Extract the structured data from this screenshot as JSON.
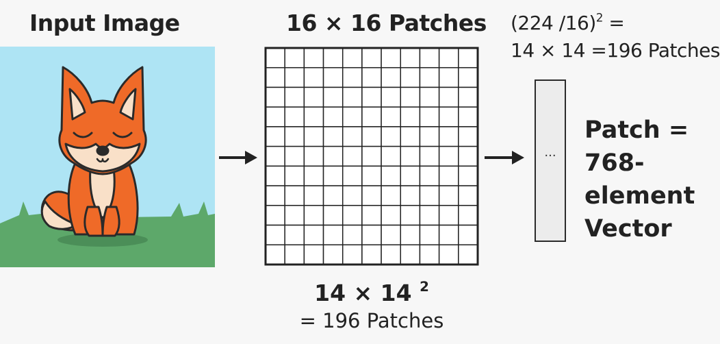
{
  "titles": {
    "input_image": "Input Image",
    "patches": "16 × 16 Patches"
  },
  "formula_top": {
    "line1_base": "(224 /16)",
    "line1_exp": "2",
    "line1_eq": " =",
    "line2": "14 × 14 =196 Patches"
  },
  "vector": {
    "dots": "...",
    "label_lines": [
      "Patch =",
      "768-",
      "element",
      "Vector"
    ]
  },
  "formula_bottom": {
    "line1_base": "14 × 14 ",
    "line1_exp": "2",
    "line2": "= 196 Patches"
  },
  "grid": {
    "rows": 11,
    "cols": 11
  },
  "colors": {
    "sky": "#aee4f4",
    "grass": "#5da86a",
    "fox_orange": "#ef6a28",
    "fox_cream": "#f9e0c8",
    "outline": "#2a2a2a"
  },
  "icons": {
    "arrow": "arrow-right-icon",
    "fox": "fox-illustration"
  }
}
